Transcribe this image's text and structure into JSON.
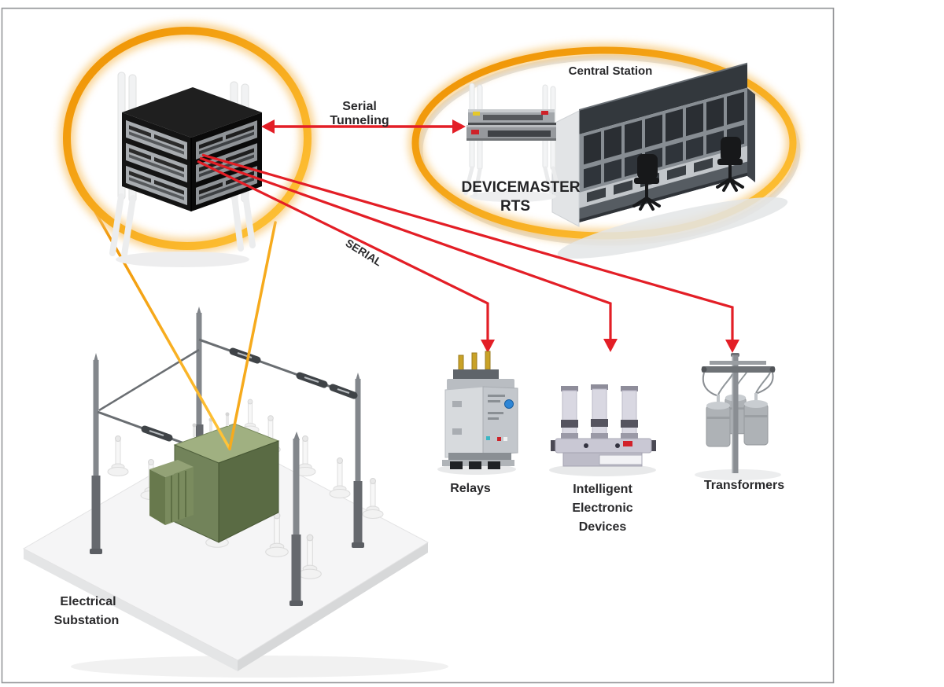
{
  "labels": {
    "serial_tunneling": [
      "Serial",
      "Tunneling"
    ],
    "central_station": "Central Station",
    "devicemaster": [
      "DEVICEMASTER",
      "RTS"
    ],
    "serial_link": "SERIAL",
    "relays": "Relays",
    "intelligent_electronic_devices": [
      "Intelligent",
      "Electronic",
      "Devices"
    ],
    "transformers": "Transformers",
    "electrical_substation": [
      "Electrical",
      "Substation"
    ]
  },
  "illustrations": [
    "substation-relay-rack-illustration",
    "devicemaster-rts-unit-illustration",
    "central-station-control-room-illustration",
    "protective-relay-illustration",
    "intelligent-electronic-device-illustration",
    "pole-transformer-bank-illustration",
    "electrical-substation-yard-illustration"
  ],
  "colors": {
    "highlight_ring_orange": "#F6A21F",
    "highlight_ring_glow": "#F8C671",
    "arrow_red": "#E31E26",
    "label_text": "#29292b",
    "transformer_green": "#72835A",
    "frame_border": "#95979A",
    "background": "#FFFFFF"
  }
}
